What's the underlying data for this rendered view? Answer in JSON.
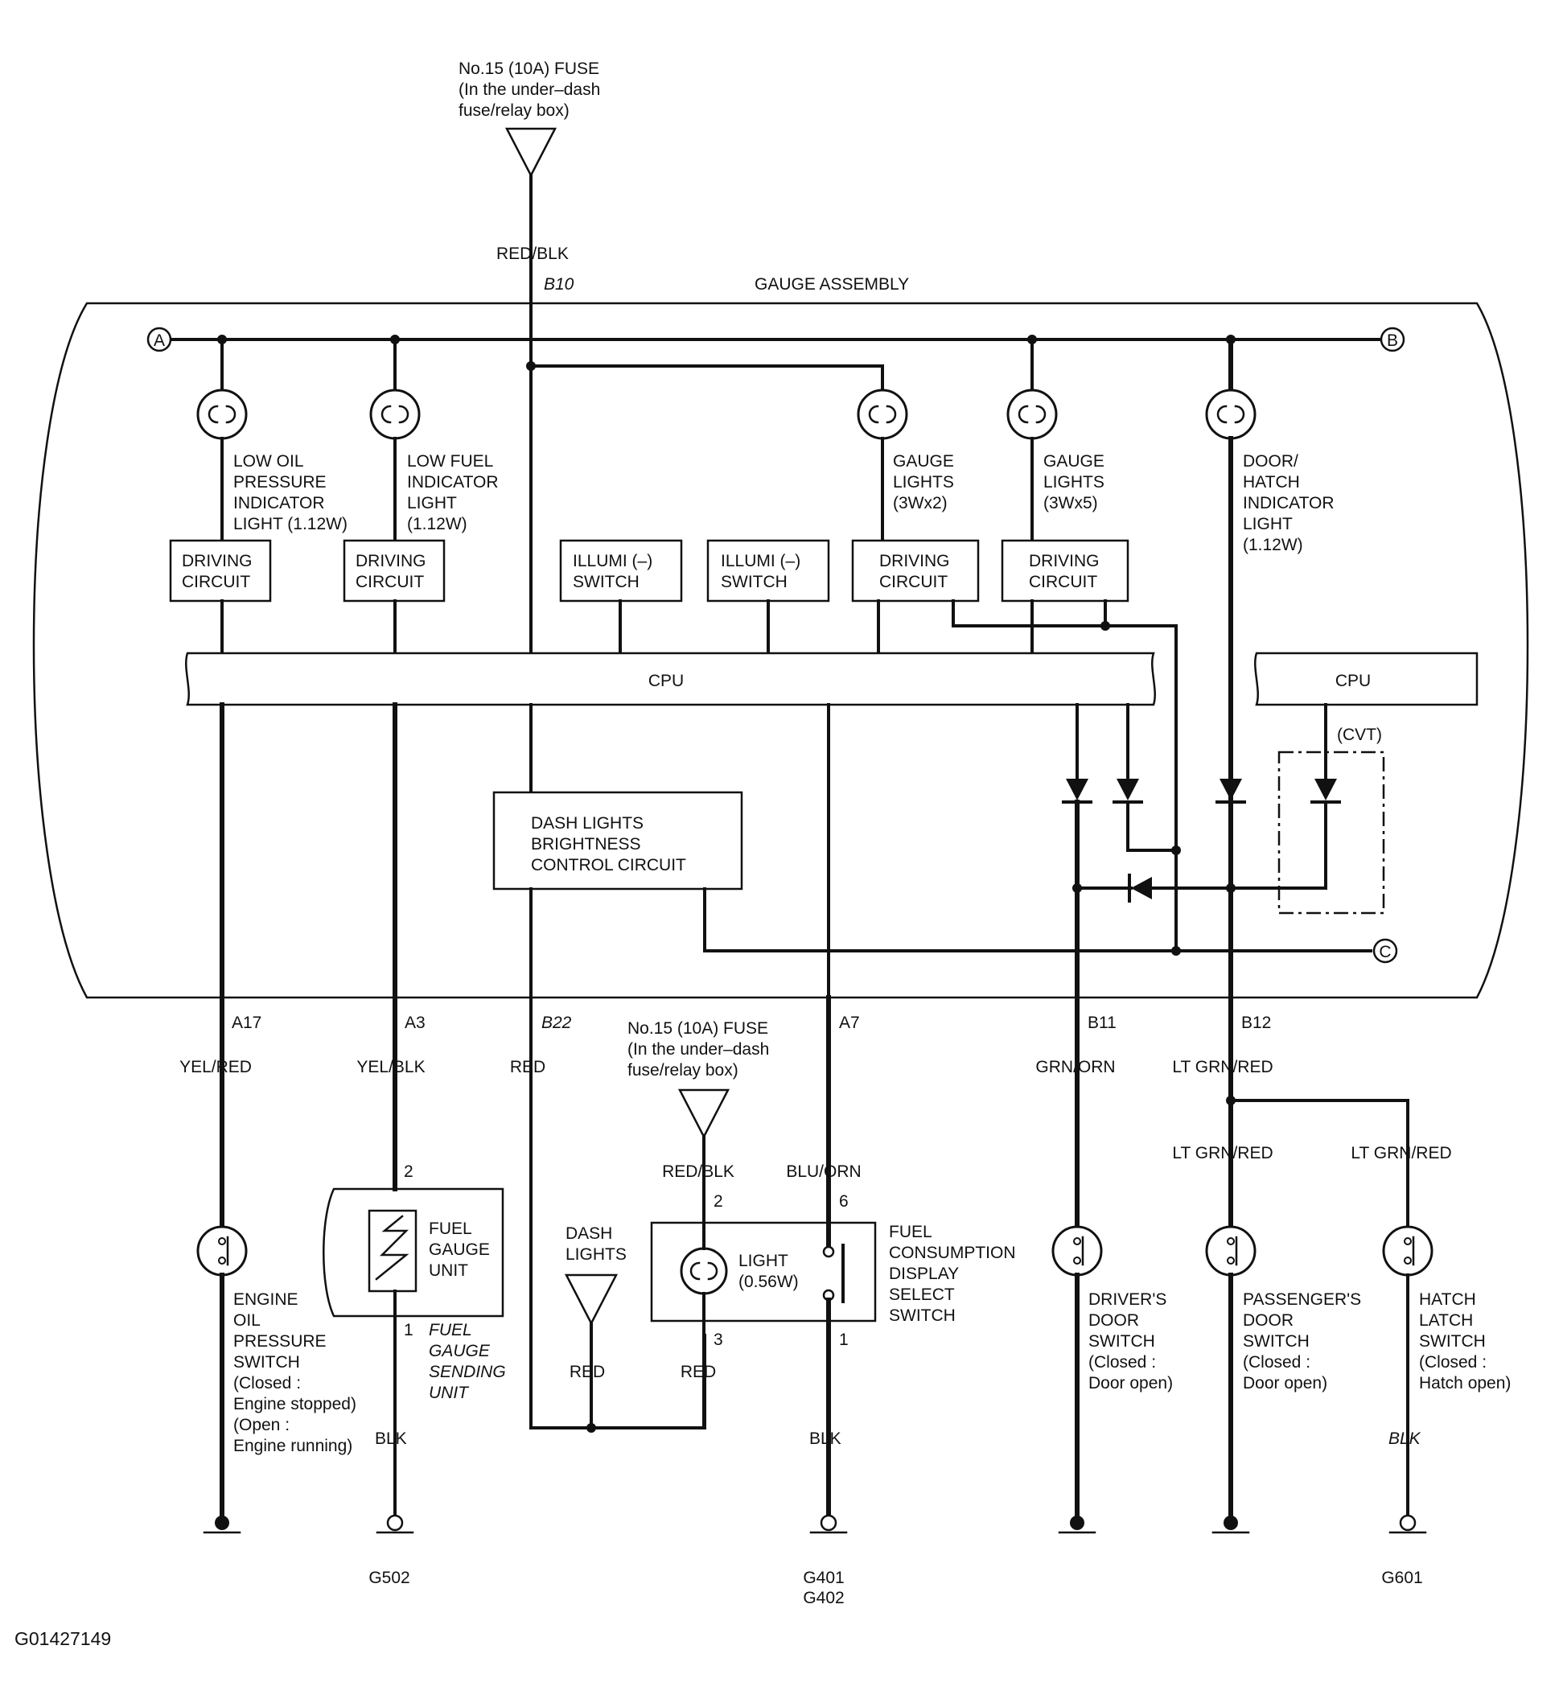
{
  "fuse_top": {
    "line1": "No.15 (10A) FUSE",
    "line2": "(In the under–dash",
    "line3": "fuse/relay box)"
  },
  "fuse_bottom": {
    "line1": "No.15 (10A) FUSE",
    "line2": "(In the under–dash",
    "line3": "fuse/relay box)"
  },
  "assembly_title": "GAUGE ASSEMBLY",
  "connectors": {
    "A": "A",
    "B": "B",
    "C": "C"
  },
  "terminals": {
    "b10": "B10",
    "a17": "A17",
    "a3": "A3",
    "b22": "B22",
    "a7": "A7",
    "b11": "B11",
    "b12": "B12"
  },
  "wires": {
    "red_blk_top": "RED/BLK",
    "yel_red": "YEL/RED",
    "yel_blk": "YEL/BLK",
    "red_b22": "RED",
    "red_blk_fuse2": "RED/BLK",
    "blu_orn": "BLU/ORN",
    "grn_orn": "GRN/ORN",
    "lt_grn_red_main": "LT GRN/RED",
    "lt_grn_red_left": "LT GRN/RED",
    "lt_grn_red_right": "LT GRN/RED",
    "red_dash": "RED",
    "red_light": "RED",
    "blk_fuel": "BLK",
    "blk_switch": "BLK",
    "blk_hatch": "BLK"
  },
  "lamps": {
    "low_oil": [
      "LOW OIL",
      "PRESSURE",
      "INDICATOR",
      "LIGHT (1.12W)"
    ],
    "low_fuel": [
      "LOW FUEL",
      "INDICATOR",
      "LIGHT",
      "(1.12W)"
    ],
    "gauge_2": [
      "GAUGE",
      "LIGHTS",
      "(3Wx2)"
    ],
    "gauge_5": [
      "GAUGE",
      "LIGHTS",
      "(3Wx5)"
    ],
    "door_hatch": [
      "DOOR/",
      "HATCH",
      "INDICATOR",
      "LIGHT",
      "(1.12W)"
    ]
  },
  "boxes": {
    "driving_1": [
      "DRIVING",
      "CIRCUIT"
    ],
    "driving_2": [
      "DRIVING",
      "CIRCUIT"
    ],
    "illumi_1": [
      "ILLUMI (–)",
      "SWITCH"
    ],
    "illumi_2": [
      "ILLUMI (–)",
      "SWITCH"
    ],
    "driving_3": [
      "DRIVING",
      "CIRCUIT"
    ],
    "driving_4": [
      "DRIVING",
      "CIRCUIT"
    ],
    "dash_control": [
      "DASH LIGHTS",
      "BRIGHTNESS",
      "CONTROL CIRCUIT"
    ]
  },
  "cpu_main": "CPU",
  "cpu_right": "CPU",
  "cvt": "(CVT)",
  "components": {
    "oil_switch": [
      "ENGINE",
      "OIL",
      "PRESSURE",
      "SWITCH",
      "(Closed :",
      "Engine stopped)",
      "(Open :",
      "Engine running)"
    ],
    "fuel_unit": [
      "FUEL",
      "GAUGE",
      "UNIT"
    ],
    "fuel_sending": [
      "FUEL",
      "GAUGE",
      "SENDING",
      "UNIT"
    ],
    "dash_lights": [
      "DASH",
      "LIGHTS"
    ],
    "light_056": [
      "LIGHT",
      "(0.56W)"
    ],
    "fuel_select": [
      "FUEL",
      "CONSUMPTION",
      "DISPLAY",
      "SELECT",
      "SWITCH"
    ],
    "driver_door": [
      "DRIVER'S",
      "DOOR",
      "SWITCH",
      "(Closed :",
      "Door open)"
    ],
    "pass_door": [
      "PASSENGER'S",
      "DOOR",
      "SWITCH",
      "(Closed :",
      "Door open)"
    ],
    "hatch": [
      "HATCH",
      "LATCH",
      "SWITCH",
      "(Closed :",
      "Hatch open)"
    ]
  },
  "pins": {
    "p2a": "2",
    "p1a": "1",
    "p2b": "2",
    "p3": "3",
    "p6": "6",
    "p1b": "1"
  },
  "grounds": {
    "g502": "G502",
    "g401": "G401",
    "g402": "G402",
    "g601": "G601"
  },
  "figure_id": "G01427149"
}
